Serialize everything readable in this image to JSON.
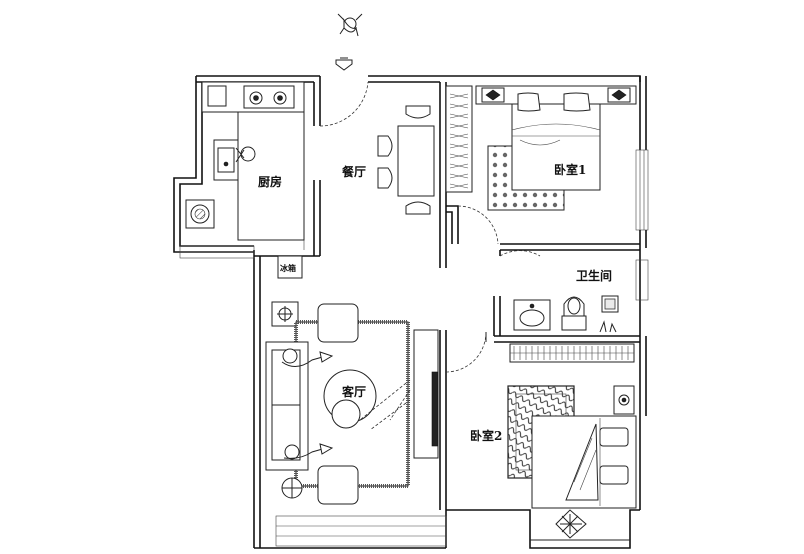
{
  "rooms": {
    "kitchen": "厨房",
    "dining": "餐厅",
    "bedroom1": "卧室1",
    "bathroom": "卫生间",
    "living": "客厅",
    "bedroom2": "卧室2",
    "fridge": "冰箱"
  }
}
